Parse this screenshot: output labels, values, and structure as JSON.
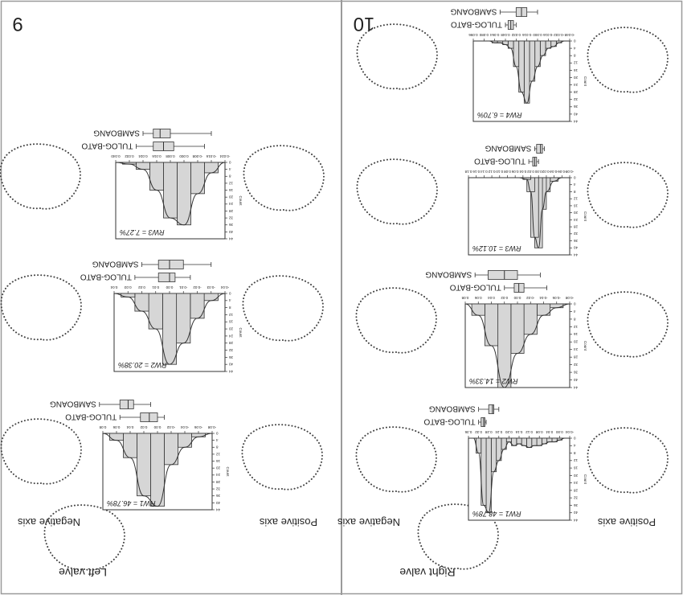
{
  "figure": {
    "orientation": "rotated-180",
    "line_color": "#333333",
    "bar_fill": "#d6d6d6",
    "box_fill": "#dadada",
    "outline_color": "#444444",
    "divider_color": "#9a9a9a"
  },
  "panels": [
    {
      "number": "9",
      "valve_label": "Left valve",
      "negative_axis_label": "Negative axis",
      "positive_axis_label": "Positive axis"
    },
    {
      "number": "10",
      "valve_label": "Right valve",
      "negative_axis_label": "Negative axis",
      "positive_axis_label": "Positive axis"
    }
  ],
  "chart_data": [
    {
      "type": "bar",
      "panel": "9",
      "annotation": "RW1 = 46.78%",
      "ylabel": "Count",
      "xticks": [
        "-0.08",
        "-0.06",
        "-0.04",
        "-0.02",
        "0.00",
        "0.02",
        "0.04",
        "0.06",
        "0.08"
      ],
      "yticks": [
        "0",
        "4",
        "8",
        "12",
        "16",
        "20",
        "24",
        "28",
        "32",
        "36",
        "40",
        "44"
      ],
      "xlim": [
        -0.08,
        0.08
      ],
      "ylim": [
        0,
        44
      ],
      "bins": [
        -0.06,
        -0.04,
        -0.02,
        0.0,
        0.02,
        0.04,
        0.06
      ],
      "counts": [
        2,
        8,
        18,
        42,
        36,
        14,
        4
      ],
      "boxplots": [
        {
          "name": "TULOG-BATO",
          "min": -0.01,
          "q1": 0.0,
          "median": 0.012,
          "q3": 0.025,
          "max": 0.055
        },
        {
          "name": "SAMBOANG",
          "min": 0.01,
          "q1": 0.035,
          "median": 0.043,
          "q3": 0.055,
          "max": 0.085
        }
      ]
    },
    {
      "type": "bar",
      "panel": "9",
      "annotation": "RW2 = 20.38%",
      "ylabel": "Count",
      "xticks": [
        "-0.04",
        "-0.03",
        "-0.02",
        "-0.01",
        "0.00",
        "0.01",
        "0.02",
        "0.03",
        "0.04"
      ],
      "yticks": [
        "0",
        "4",
        "8",
        "12",
        "16",
        "20",
        "24",
        "28",
        "32",
        "36",
        "40",
        "44"
      ],
      "xlim": [
        -0.04,
        0.04
      ],
      "ylim": [
        0,
        44
      ],
      "bins": [
        -0.03,
        -0.02,
        -0.01,
        0.0,
        0.01,
        0.02,
        0.03
      ],
      "counts": [
        4,
        14,
        28,
        40,
        20,
        10,
        2
      ],
      "boxplots": [
        {
          "name": "TULOG-BATO",
          "min": -0.015,
          "q1": -0.004,
          "median": 0.0,
          "q3": 0.008,
          "max": 0.025
        },
        {
          "name": "SAMBOANG",
          "min": -0.03,
          "q1": -0.01,
          "median": 0.0,
          "q3": 0.008,
          "max": 0.02
        }
      ]
    },
    {
      "type": "bar",
      "panel": "9",
      "annotation": "RW3 = 7.27%",
      "ylabel": "Count",
      "xticks": [
        "-0.024",
        "-0.016",
        "-0.008",
        "0.000",
        "0.008",
        "0.016",
        "0.024",
        "0.032",
        "0.040"
      ],
      "yticks": [
        "0",
        "4",
        "8",
        "12",
        "16",
        "20",
        "24",
        "28",
        "32",
        "36",
        "40",
        "44"
      ],
      "xlim": [
        -0.024,
        0.04
      ],
      "ylim": [
        0,
        44
      ],
      "bins": [
        -0.016,
        -0.008,
        0.0,
        0.008,
        0.016,
        0.024,
        0.032
      ],
      "counts": [
        6,
        18,
        36,
        32,
        16,
        4,
        1
      ],
      "boxplots": [
        {
          "name": "TULOG-BATO",
          "min": -0.012,
          "q1": 0.006,
          "median": 0.012,
          "q3": 0.018,
          "max": 0.028
        },
        {
          "name": "SAMBOANG",
          "min": -0.016,
          "q1": 0.008,
          "median": 0.014,
          "q3": 0.018,
          "max": 0.024
        }
      ]
    },
    {
      "type": "bar",
      "panel": "10",
      "annotation": "RW1 = 48.78%",
      "ylabel": "Count",
      "xticks": [
        "-0.04",
        "0.00",
        "0.04",
        "0.08",
        "0.12",
        "0.16",
        "0.20",
        "0.24",
        "0.28",
        "0.32",
        "0.36"
      ],
      "yticks": [
        "0",
        "4",
        "8",
        "12",
        "16",
        "20",
        "24",
        "28",
        "32",
        "36",
        "40",
        "44"
      ],
      "xlim": [
        -0.04,
        0.36
      ],
      "ylim": [
        0,
        44
      ],
      "bins": [
        0.0,
        0.02,
        0.04,
        0.06,
        0.08,
        0.1,
        0.12,
        0.14,
        0.16,
        0.18,
        0.2,
        0.22,
        0.24,
        0.26,
        0.28,
        0.3,
        0.32
      ],
      "counts": [
        1,
        2,
        2,
        3,
        4,
        4,
        5,
        4,
        3,
        4,
        2,
        6,
        12,
        18,
        40,
        36,
        8
      ],
      "boxplots": [
        {
          "name": "TULOG-BATO",
          "min": 0.29,
          "q1": 0.295,
          "median": 0.3,
          "q3": 0.31,
          "max": 0.32
        },
        {
          "name": "SAMBOANG",
          "min": 0.24,
          "q1": 0.26,
          "median": 0.265,
          "q3": 0.28,
          "max": 0.32
        }
      ]
    },
    {
      "type": "bar",
      "panel": "10",
      "annotation": "RW2 = 14.33%",
      "ylabel": "Count",
      "xticks": [
        "-0.08",
        "-0.06",
        "-0.04",
        "-0.02",
        "0.00",
        "0.02",
        "0.04",
        "0.06",
        "0.08"
      ],
      "yticks": [
        "0",
        "4",
        "8",
        "12",
        "16",
        "20",
        "24",
        "28",
        "32",
        "36",
        "40",
        "44"
      ],
      "xlim": [
        -0.08,
        0.08
      ],
      "ylim": [
        0,
        44
      ],
      "bins": [
        -0.06,
        -0.04,
        -0.02,
        0.0,
        0.02,
        0.04,
        0.06
      ],
      "counts": [
        2,
        6,
        16,
        26,
        44,
        22,
        6
      ],
      "boxplots": [
        {
          "name": "TULOG-BATO",
          "min": -0.045,
          "q1": -0.01,
          "median": -0.002,
          "q3": 0.005,
          "max": 0.02
        },
        {
          "name": "SAMBOANG",
          "min": -0.035,
          "q1": 0.0,
          "median": 0.02,
          "q3": 0.045,
          "max": 0.065
        }
      ]
    },
    {
      "type": "bar",
      "panel": "10",
      "annotation": "RW3 = 10.12%",
      "ylabel": "Count",
      "xticks": [
        "-0.08",
        "-0.06",
        "-0.04",
        "-0.02",
        "0.00",
        "0.02",
        "0.04",
        "0.06",
        "0.08",
        "0.10",
        "0.12",
        "0.14",
        "0.16",
        "0.18"
      ],
      "yticks": [
        "0",
        "4",
        "8",
        "12",
        "16",
        "20",
        "24",
        "28",
        "32",
        "36",
        "40",
        "44"
      ],
      "xlim": [
        -0.08,
        0.18
      ],
      "ylim": [
        0,
        44
      ],
      "bins": [
        -0.04,
        -0.02,
        -0.01,
        0.0,
        0.01,
        0.02,
        0.03
      ],
      "counts": [
        2,
        8,
        18,
        40,
        34,
        8,
        1
      ],
      "boxplots": [
        {
          "name": "TULOG-BATO",
          "min": 0.0,
          "q1": 0.005,
          "median": 0.01,
          "q3": 0.015,
          "max": 0.025
        },
        {
          "name": "SAMBOANG",
          "min": -0.015,
          "q1": -0.01,
          "median": -0.005,
          "q3": 0.005,
          "max": 0.01
        }
      ]
    },
    {
      "type": "bar",
      "panel": "10",
      "annotation": "RW4 = 6.70%",
      "ylabel": "Count",
      "xticks": [
        "-0.048",
        "-0.032",
        "-0.016",
        "0.000",
        "0.016",
        "0.032",
        "0.048",
        "0.064",
        "0.080",
        "0.096"
      ],
      "yticks": [
        "0",
        "4",
        "8",
        "12",
        "16",
        "20",
        "24",
        "28",
        "32",
        "36",
        "40",
        "44"
      ],
      "xlim": [
        -0.048,
        0.096
      ],
      "ylim": [
        0,
        44
      ],
      "bins": [
        -0.032,
        -0.024,
        -0.016,
        -0.008,
        0.0,
        0.008,
        0.016,
        0.024,
        0.032,
        0.04,
        0.048,
        0.056,
        0.064
      ],
      "counts": [
        1,
        3,
        4,
        8,
        14,
        22,
        34,
        28,
        14,
        4,
        2,
        1,
        1
      ],
      "boxplots": [
        {
          "name": "TULOG-BATO",
          "min": 0.032,
          "q1": 0.036,
          "median": 0.04,
          "q3": 0.044,
          "max": 0.048
        },
        {
          "name": "SAMBOANG",
          "min": 0.0,
          "q1": 0.016,
          "median": 0.024,
          "q3": 0.032,
          "max": 0.056
        }
      ]
    }
  ]
}
